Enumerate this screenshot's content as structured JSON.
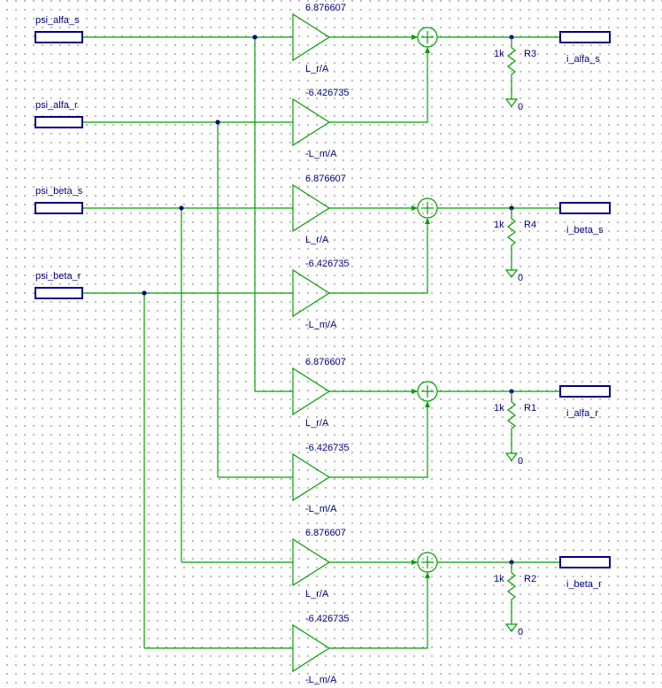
{
  "inputs": [
    {
      "name": "psi_alfa_s"
    },
    {
      "name": "psi_alfa_r"
    },
    {
      "name": "psi_beta_s"
    },
    {
      "name": "psi_beta_r"
    }
  ],
  "channels": [
    {
      "gain_a": {
        "value": "6.876607",
        "label": "L_r/A"
      },
      "gain_b": {
        "value": "-6.426735",
        "label": "-L_m/A"
      },
      "resistor": {
        "name": "R3",
        "value": "1k"
      },
      "ground": "0",
      "output": "i_alfa_s"
    },
    {
      "gain_a": {
        "value": "6.876607",
        "label": "L_r/A"
      },
      "gain_b": {
        "value": "-6.426735",
        "label": "-L_m/A"
      },
      "resistor": {
        "name": "R4",
        "value": "1k"
      },
      "ground": "0",
      "output": "i_beta_s"
    },
    {
      "gain_a": {
        "value": "6.876607",
        "label": "L_r/A"
      },
      "gain_b": {
        "value": "-6.426735",
        "label": "-L_m/A"
      },
      "resistor": {
        "name": "R1",
        "value": "1k"
      },
      "ground": "0",
      "output": "i_alfa_r"
    },
    {
      "gain_a": {
        "value": "6.876607",
        "label": "L_r/A"
      },
      "gain_b": {
        "value": "-6.426735",
        "label": "-L_m/A"
      },
      "resistor": {
        "name": "R2",
        "value": "1k"
      },
      "ground": "0",
      "output": "i_beta_r"
    }
  ],
  "colors": {
    "wire": "#00a000",
    "component": "#000080",
    "grid_dot": "#a8a8a8"
  }
}
